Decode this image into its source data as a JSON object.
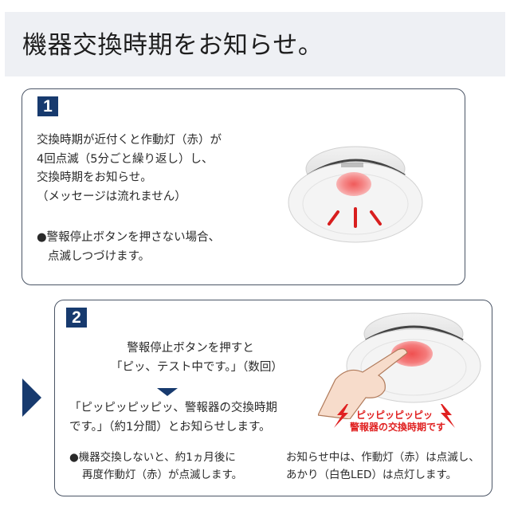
{
  "page": {
    "title": "機器交換時期をお知らせ。"
  },
  "step1": {
    "badge": "1",
    "lines": [
      "交換時期が近付くと作動灯（赤）が",
      "4回点滅（5分ごと繰り返し）し、",
      "交換時期をお知らせ。",
      "（メッセージは流れません）"
    ],
    "note": {
      "bullet": "●",
      "lines": [
        "警報停止ボタンを押さない場合、",
        "点滅しつづけます。"
      ]
    },
    "image": {
      "alt": "smoke-alarm-blinking-red",
      "led_color": "#f0505a",
      "ray_color": "#d81e1e"
    }
  },
  "step2": {
    "badge": "2",
    "top_lines": [
      "警報停止ボタンを押すと",
      "「ピッ、テスト中です。」（数回）"
    ],
    "mid_lines": [
      "「ピッピッピッピッ、警報器の交換時期",
      "です。」（約1分間）とお知らせします。"
    ],
    "note": {
      "bullet": "●",
      "lines": [
        "機器交換しないと、約1ヵ月後に",
        "再度作動灯（赤）が点滅します。"
      ]
    },
    "right_lines": [
      "お知らせ中は、作動灯（赤）は点滅し、",
      "あかり（白色LED）は点灯します。"
    ],
    "alert": {
      "line1": "ピッピッピッピッ",
      "line2": "警報器の交換時期です",
      "color": "#e02020"
    }
  },
  "colors": {
    "navy": "#173a6e",
    "banner_bg": "#eef0f4",
    "card_border": "#4b5566"
  }
}
